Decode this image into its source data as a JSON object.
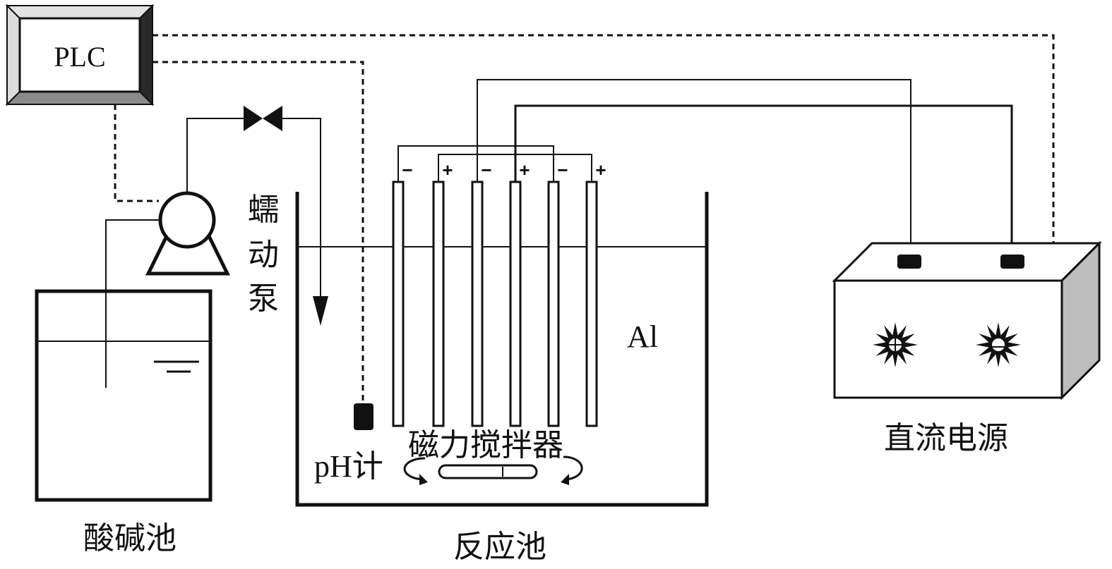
{
  "labels": {
    "plc": "PLC",
    "pump": "蠕动泵",
    "acid_base_tank": "酸碱池",
    "reaction_tank": "反应池",
    "ph_meter": "pH计",
    "magnetic_stirrer": "磁力搅拌器",
    "electrode_material": "Al",
    "dc_power": "直流电源"
  },
  "electrodes": {
    "polarities": [
      "−",
      "+",
      "−",
      "+",
      "−",
      "+"
    ]
  },
  "icons": {
    "valve": "valve-icon",
    "pump": "peristaltic-pump-icon",
    "ph_probe": "ph-probe-icon",
    "stir_bar": "stir-bar-icon",
    "power_knob_left": "dial-knob-icon",
    "power_knob_right": "dial-knob-icon"
  }
}
